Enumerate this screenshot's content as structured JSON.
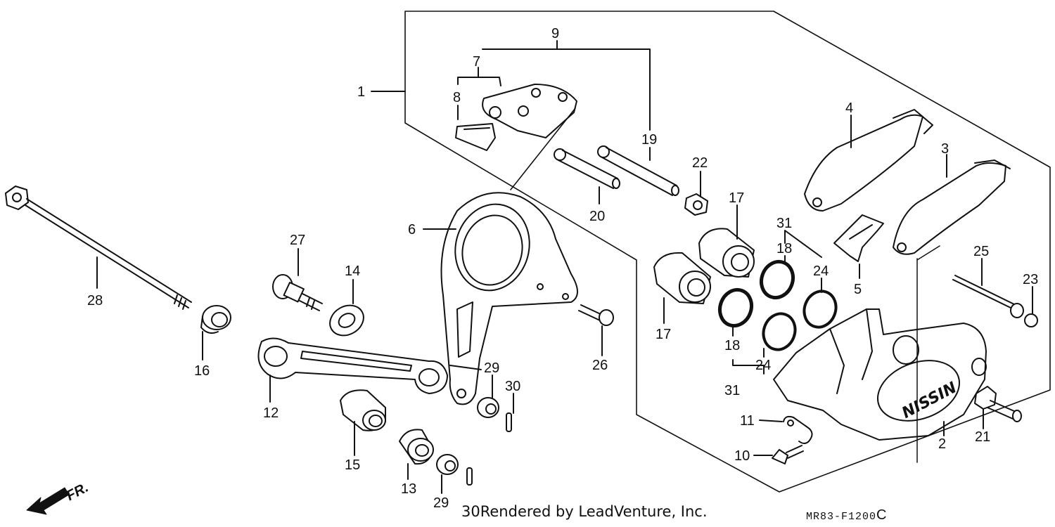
{
  "callouts": [
    {
      "id": "1",
      "text": "1"
    },
    {
      "id": "2",
      "text": "2"
    },
    {
      "id": "3",
      "text": "3"
    },
    {
      "id": "4",
      "text": "4"
    },
    {
      "id": "5",
      "text": "5"
    },
    {
      "id": "6",
      "text": "6"
    },
    {
      "id": "7",
      "text": "7"
    },
    {
      "id": "8",
      "text": "8"
    },
    {
      "id": "9",
      "text": "9"
    },
    {
      "id": "10",
      "text": "10"
    },
    {
      "id": "11",
      "text": "11"
    },
    {
      "id": "12",
      "text": "12"
    },
    {
      "id": "13",
      "text": "13"
    },
    {
      "id": "14",
      "text": "14"
    },
    {
      "id": "15",
      "text": "15"
    },
    {
      "id": "16",
      "text": "16"
    },
    {
      "id": "17a",
      "text": "17"
    },
    {
      "id": "17b",
      "text": "17"
    },
    {
      "id": "18a",
      "text": "18"
    },
    {
      "id": "18b",
      "text": "18"
    },
    {
      "id": "19",
      "text": "19"
    },
    {
      "id": "20",
      "text": "20"
    },
    {
      "id": "21",
      "text": "21"
    },
    {
      "id": "22",
      "text": "22"
    },
    {
      "id": "23",
      "text": "23"
    },
    {
      "id": "24a",
      "text": "24"
    },
    {
      "id": "24b",
      "text": "24"
    },
    {
      "id": "25",
      "text": "25"
    },
    {
      "id": "26",
      "text": "26"
    },
    {
      "id": "27",
      "text": "27"
    },
    {
      "id": "28",
      "text": "28"
    },
    {
      "id": "29a",
      "text": "29"
    },
    {
      "id": "29b",
      "text": "29"
    },
    {
      "id": "30a",
      "text": "30"
    },
    {
      "id": "31a",
      "text": "31"
    },
    {
      "id": "31b",
      "text": "31"
    }
  ],
  "footer": {
    "fr_label": "FR.",
    "bottom_callout": "30",
    "credit": "Rendered by LeadVenture, Inc.",
    "diagram_code": "MR83-F1200",
    "diagram_code_suffix": "C"
  }
}
